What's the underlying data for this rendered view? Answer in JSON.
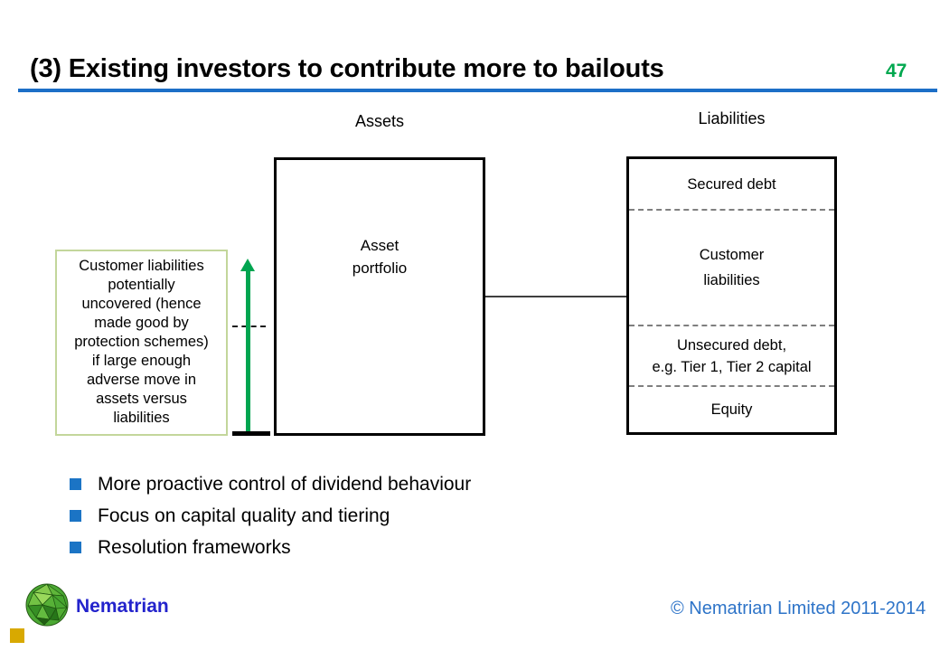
{
  "slide": {
    "title": "(3) Existing investors to contribute more to bailouts",
    "page_number": "47"
  },
  "diagram": {
    "assets_label": "Assets",
    "liabilities_label": "Liabilities",
    "asset_box": {
      "line1": "Asset",
      "line2": "portfolio"
    },
    "liability_segments": [
      {
        "lines": [
          "Secured debt"
        ]
      },
      {
        "lines": [
          "Customer",
          "liabilities"
        ]
      },
      {
        "lines": [
          "Unsecured debt,",
          "e.g. Tier 1, Tier 2 capital"
        ]
      },
      {
        "lines": [
          "Equity"
        ]
      }
    ],
    "annotation": {
      "lines": [
        "Customer liabilities",
        "potentially",
        "uncovered (hence",
        "made good by",
        "protection schemes)",
        "if large enough",
        "adverse move in",
        "assets versus",
        "liabilities"
      ]
    }
  },
  "bullets": [
    "More proactive control of dividend behaviour",
    "Focus on capital quality and tiering",
    "Resolution frameworks"
  ],
  "footer": {
    "brand": "Nematrian",
    "copyright": "© Nematrian Limited 2011-2014"
  },
  "colors": {
    "rule_blue": "#1C6FC7",
    "page_number_green": "#00A84F",
    "arrow_green": "#00A550",
    "bullet_blue": "#1B74C5",
    "brand_blue": "#2323CC",
    "copyright_blue": "#2E74C8",
    "annotation_border_olive": "#C3D69B",
    "footer_gold": "#D8A901"
  }
}
